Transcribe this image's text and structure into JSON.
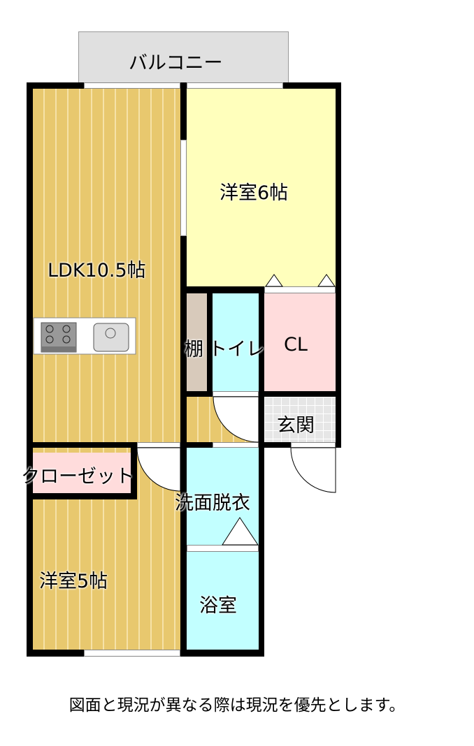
{
  "rooms": {
    "balcony": "バルコニー",
    "western6": "洋室6帖",
    "ldk": "LDK10.5帖",
    "shelf": "棚",
    "toilet": "トイレ",
    "closet_cl": "CL",
    "entrance": "玄関",
    "closet": "クローゼット",
    "washroom": "洗面脱衣",
    "western5": "洋室5帖",
    "bathroom": "浴室"
  },
  "note": "図面と現況が異なる際は現況を優先とします。",
  "colors": {
    "wood": "#e8c86e",
    "western6": "#ffffbc",
    "wet_area": "#c2ffff",
    "closet": "#ffdcdc",
    "shelf": "#d8cabb",
    "balcony": "#e0e0e0"
  }
}
